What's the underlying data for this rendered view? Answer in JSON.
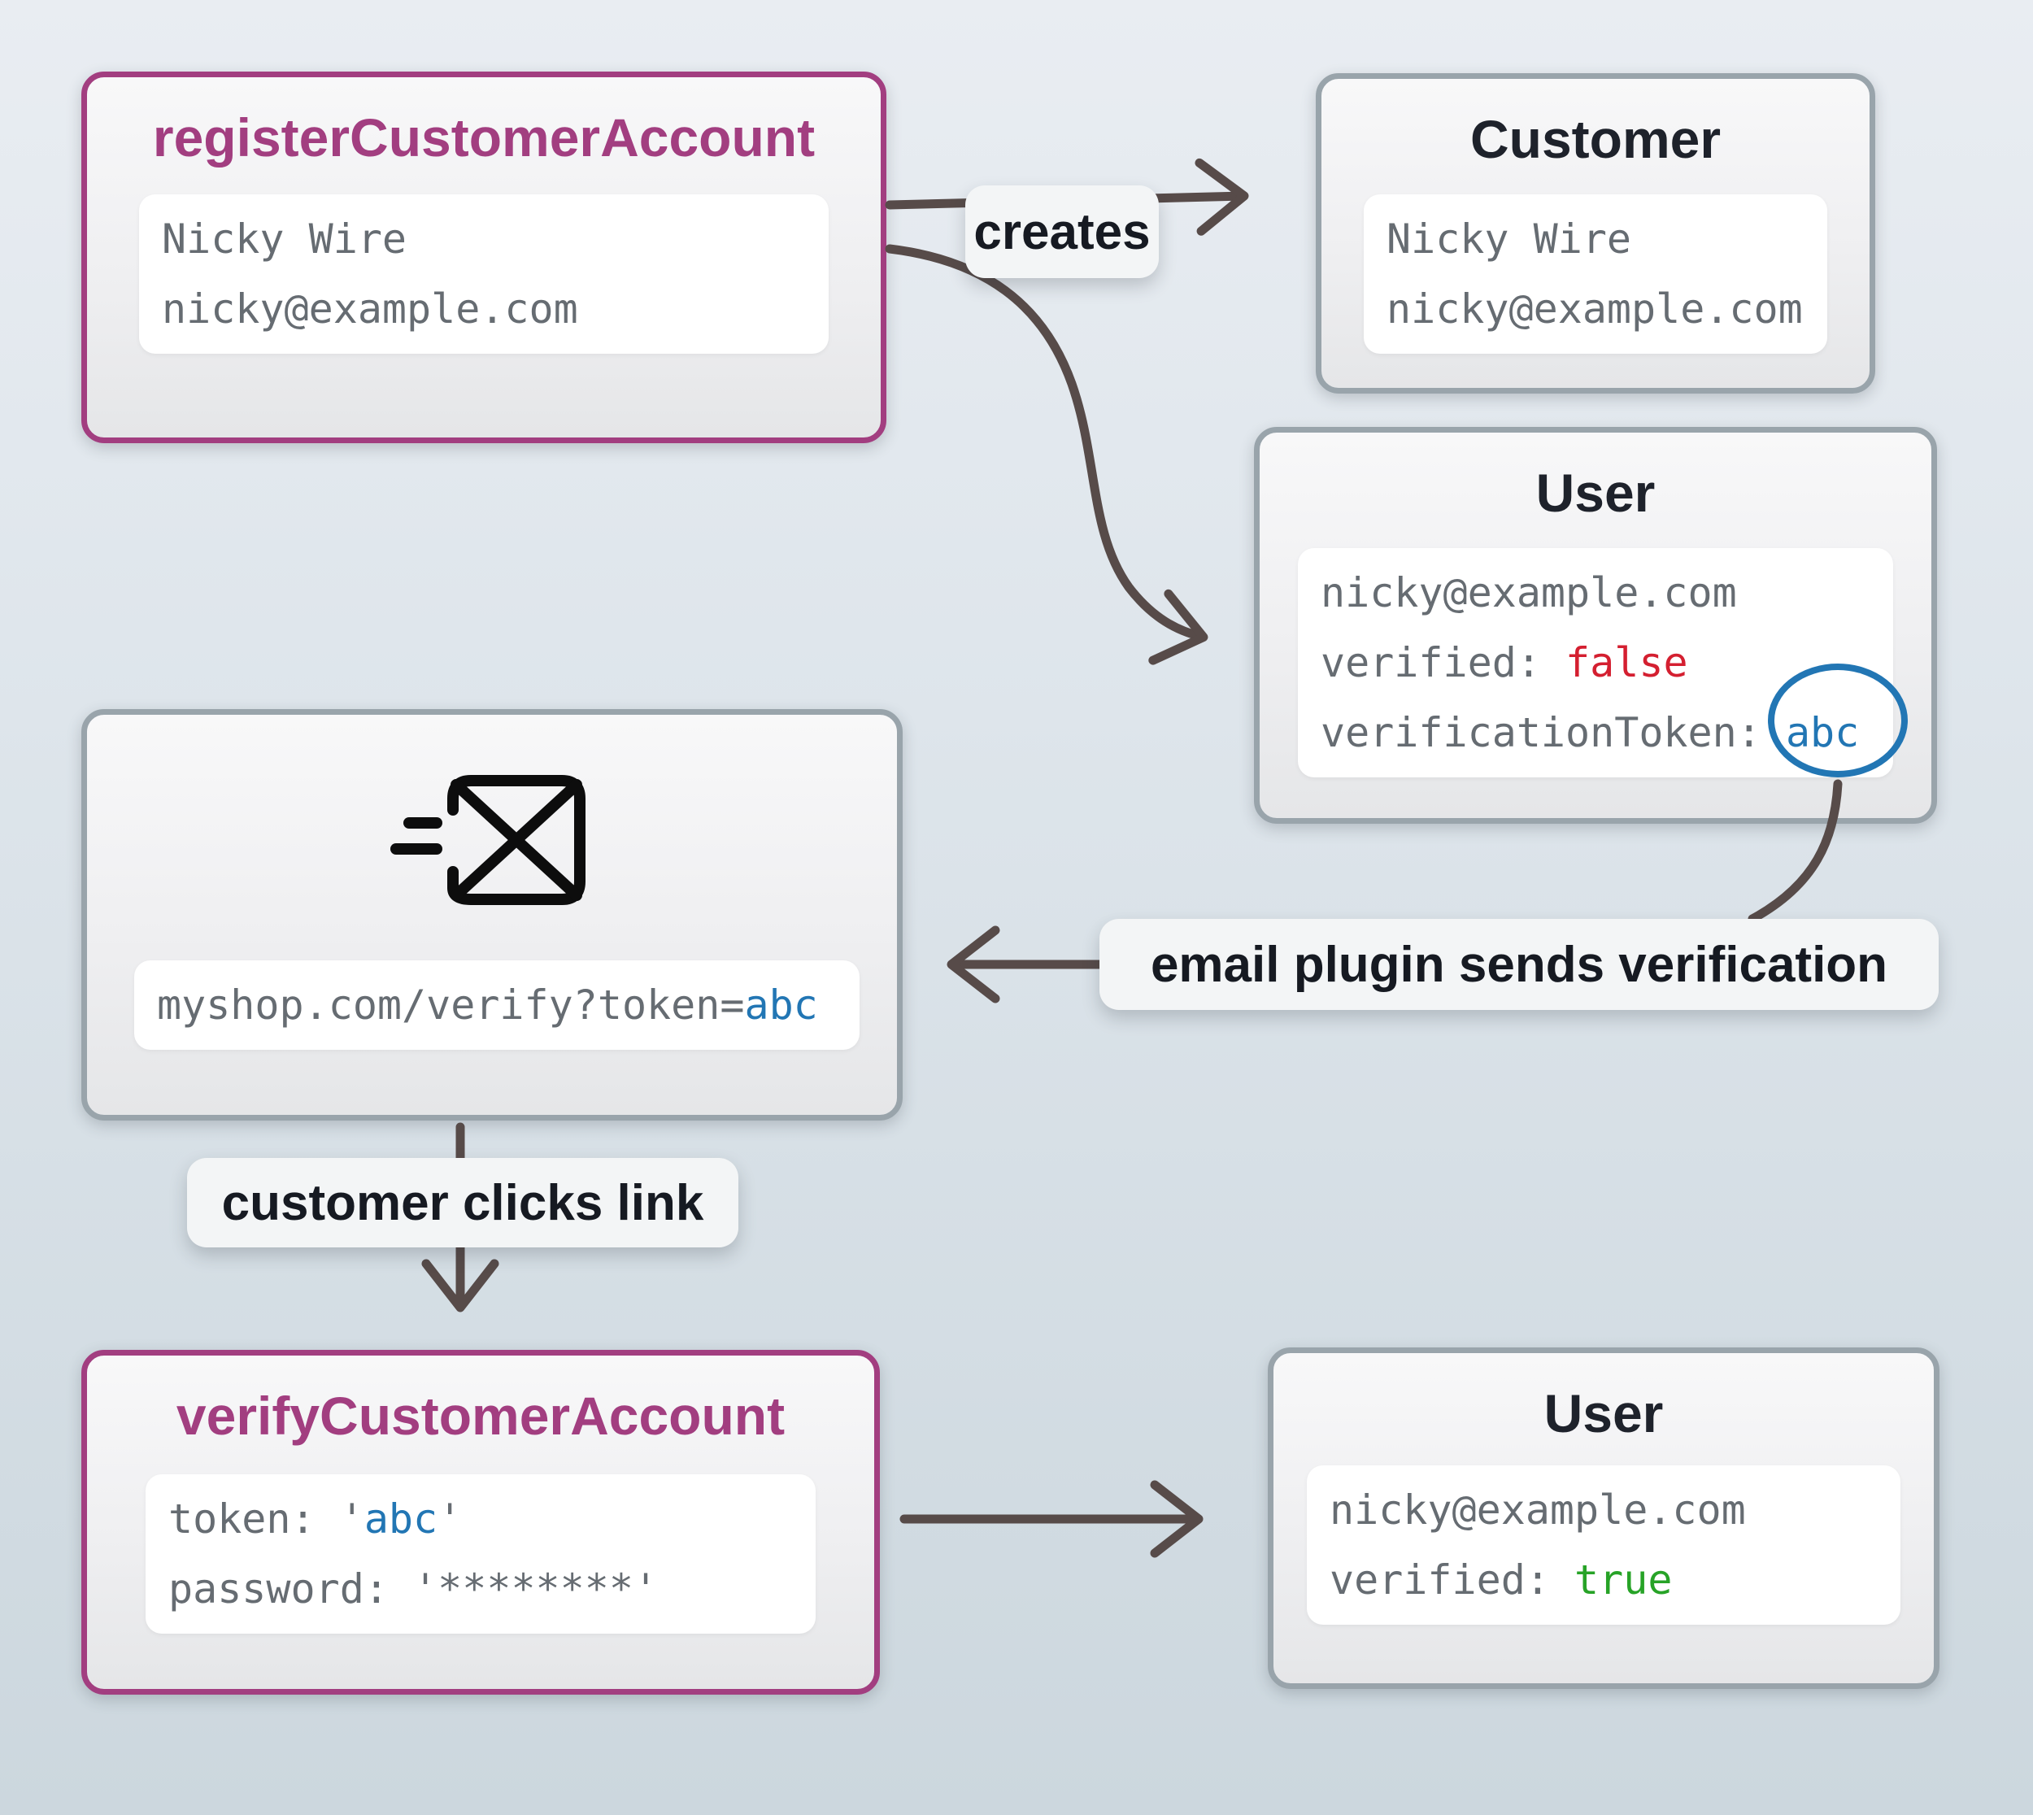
{
  "colors": {
    "accent_magenta": "#a23e80",
    "node_border_gray": "#99a4ab",
    "arrow": "#574b49",
    "token_blue": "#2276b4",
    "false_red": "#d41f30",
    "true_green": "#27a327",
    "mono_gray": "#666c72"
  },
  "icons": {
    "email": "mail-send-icon"
  },
  "register": {
    "title": "registerCustomerAccount",
    "name": "Nicky Wire",
    "email": "nicky@example.com"
  },
  "customer": {
    "title": "Customer",
    "name": "Nicky Wire",
    "email": "nicky@example.com"
  },
  "user_unverified": {
    "title": "User",
    "email": "nicky@example.com",
    "verified_key": "verified: ",
    "verified_value": "false",
    "token_key": "verificationToken: ",
    "token_value": "abc"
  },
  "email_message": {
    "url_prefix": "myshop.com/verify?token=",
    "token": "abc"
  },
  "verify": {
    "title": "verifyCustomerAccount",
    "token_key": "token: ",
    "token_quote_open": "'",
    "token_value": "abc",
    "token_quote_close": "'",
    "password_key": "password: ",
    "password_value": "'********'"
  },
  "user_verified": {
    "title": "User",
    "email": "nicky@example.com",
    "verified_key": "verified: ",
    "verified_value": "true"
  },
  "labels": {
    "creates": "creates",
    "email_plugin": "email plugin sends verification",
    "clicks": "customer clicks link"
  }
}
